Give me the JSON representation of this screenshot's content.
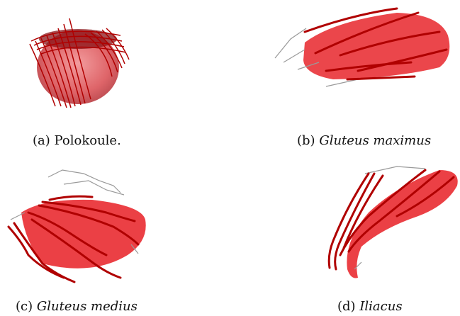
{
  "panels": [
    {
      "label": "(a)",
      "caption": "Polokoule.",
      "italic": false
    },
    {
      "label": "(b)",
      "caption": "Gluteus maximus",
      "italic": true
    },
    {
      "label": "(c)",
      "caption": "Gluteus medius",
      "italic": true
    },
    {
      "label": "(d)",
      "caption": "Iliacus",
      "italic": true
    }
  ],
  "colors": {
    "muscle": "#e8262b",
    "fiber": "#b00000",
    "wire": "#9a9a9a"
  }
}
